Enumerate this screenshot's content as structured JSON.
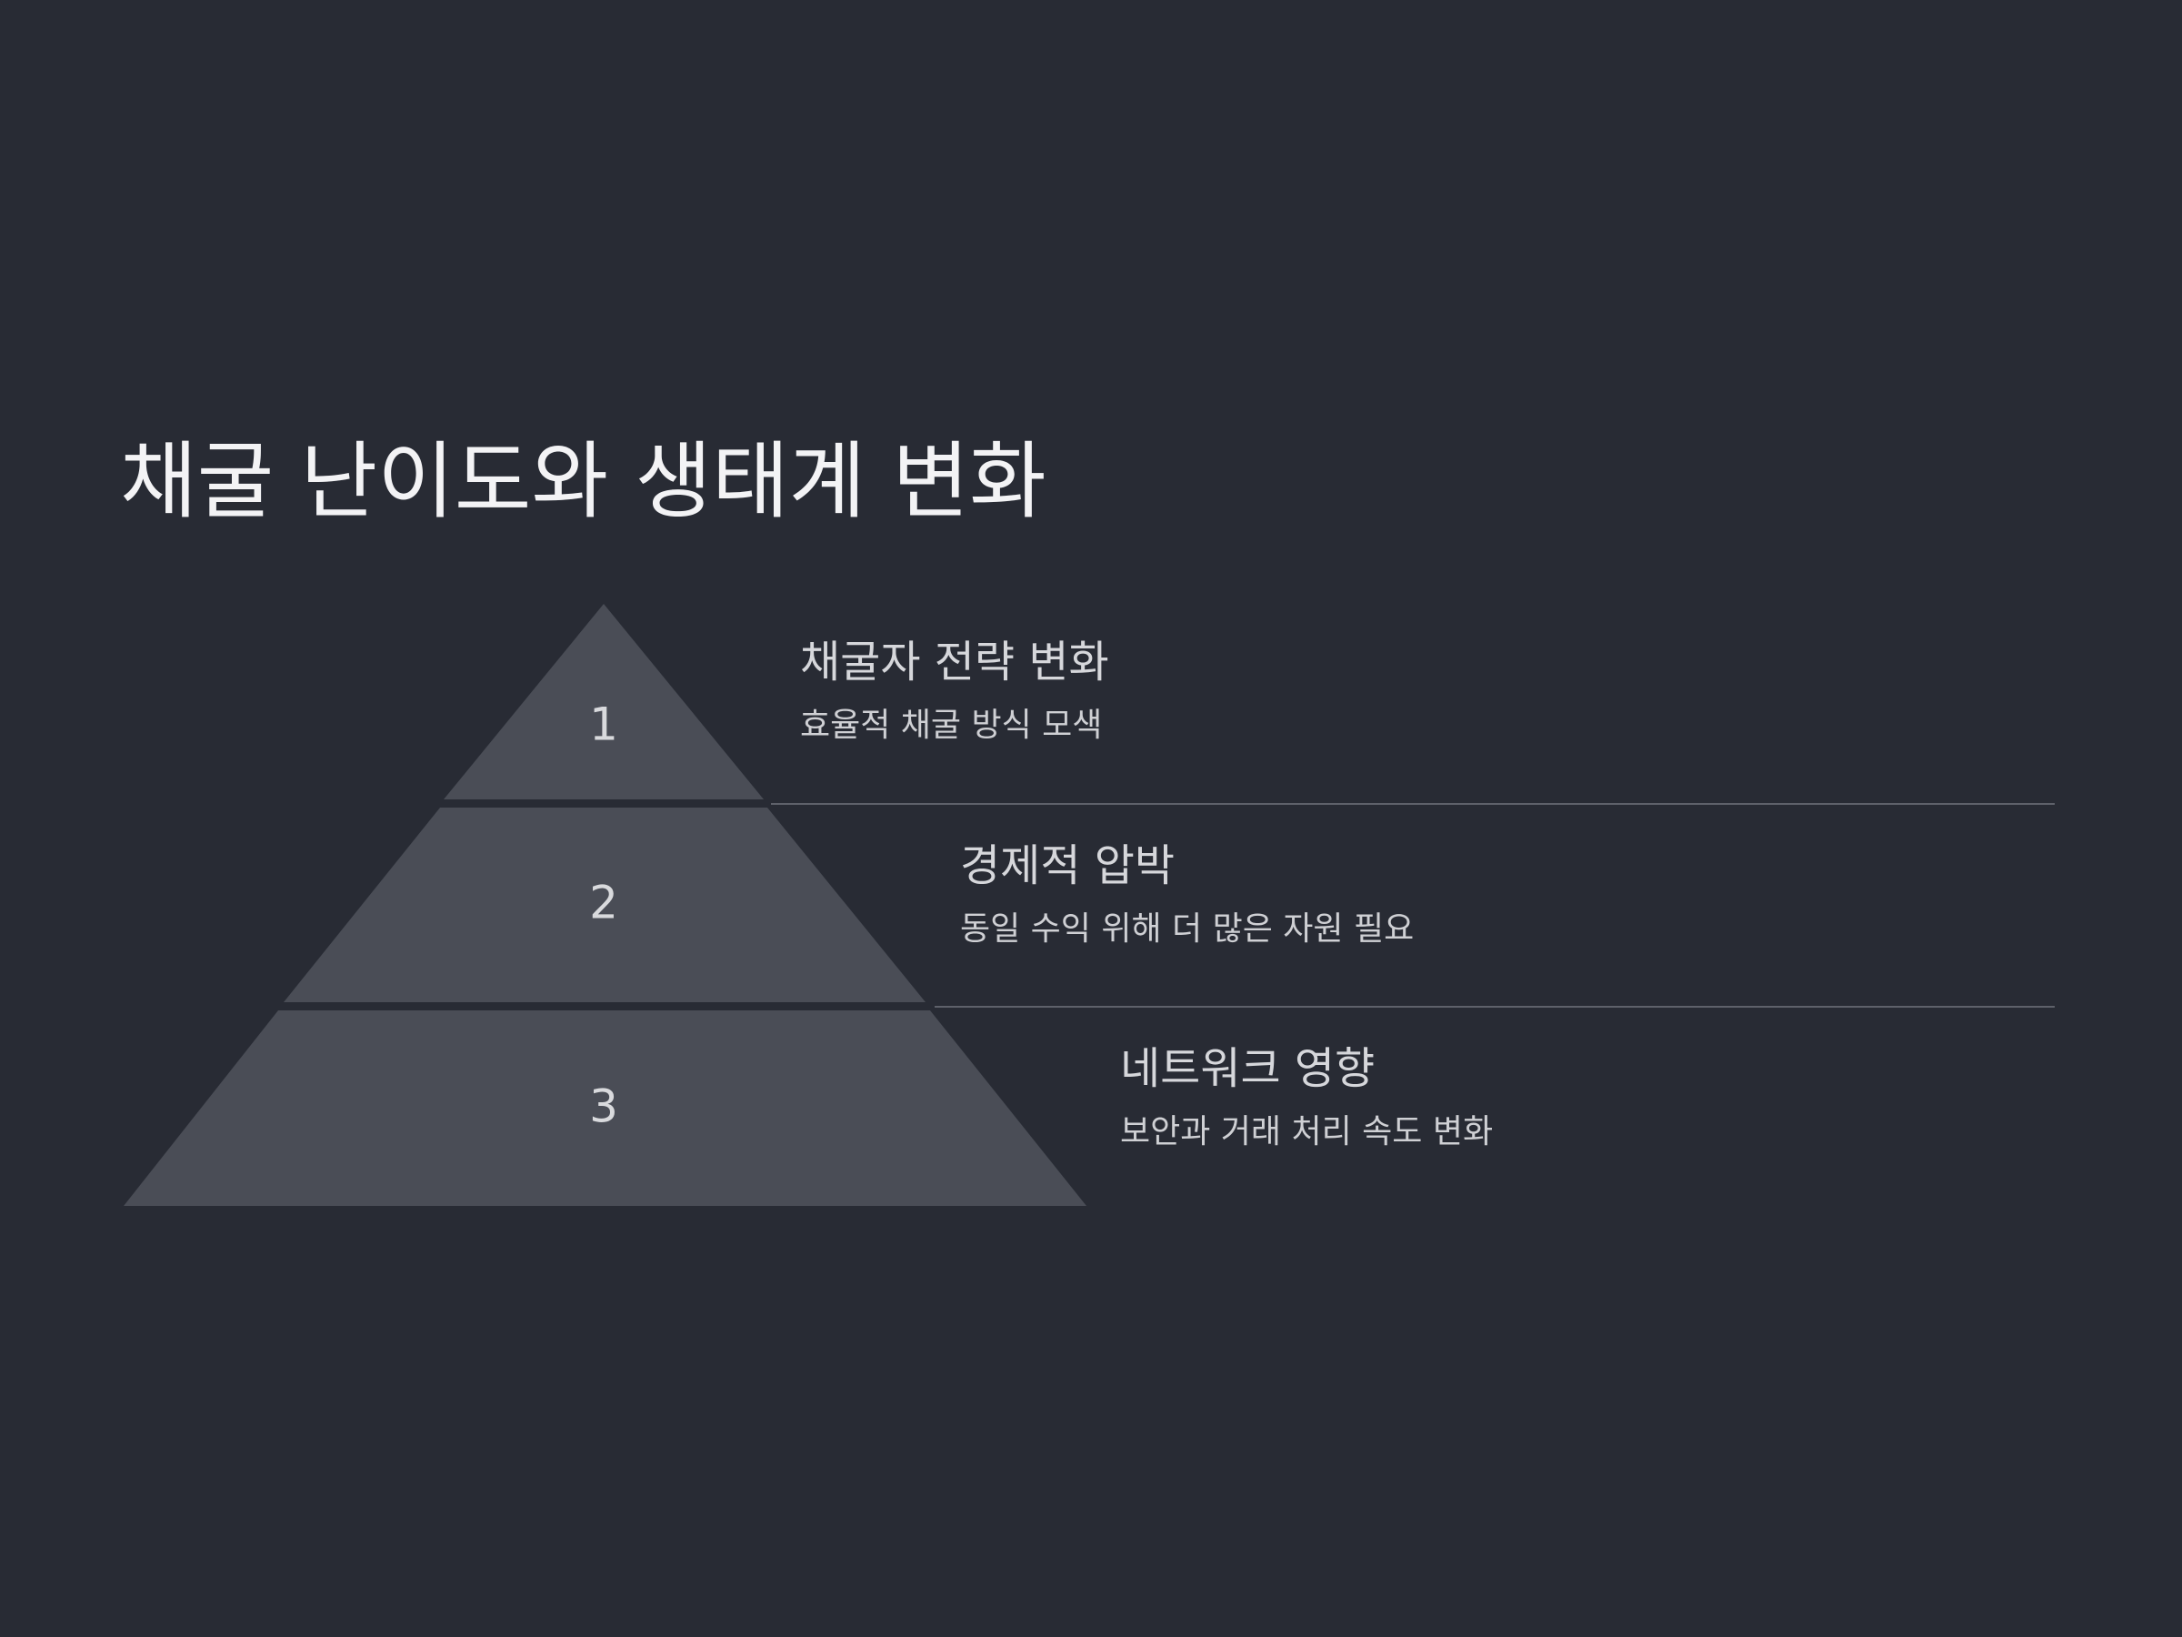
{
  "title": "채굴 난이도와 생태계 변화",
  "tiers": [
    {
      "number": "1",
      "heading": "채굴자 전략 변화",
      "description": "효율적 채굴 방식 모색"
    },
    {
      "number": "2",
      "heading": "경제적 압박",
      "description": "동일 수익 위해 더 많은 자원 필요"
    },
    {
      "number": "3",
      "heading": "네트워크 영향",
      "description": "보안과 거래 처리 속도 변화"
    }
  ],
  "colors": {
    "background": "#282b34",
    "tier_fill": "#4a4d56",
    "divider": "#5e616a",
    "text": "#d6d7db"
  }
}
